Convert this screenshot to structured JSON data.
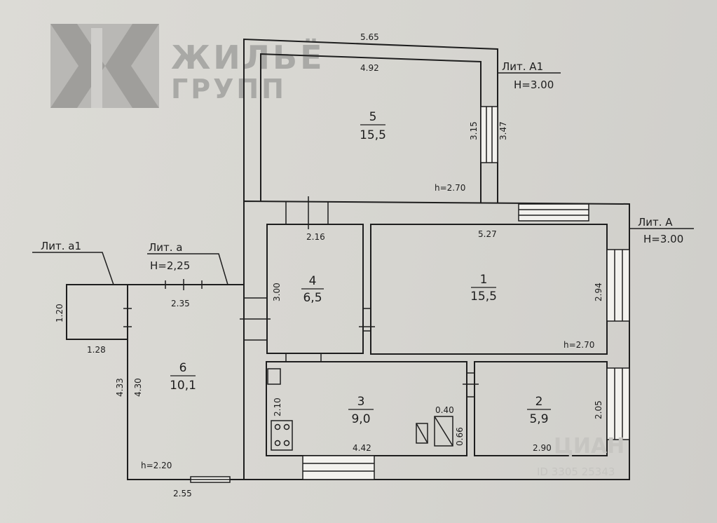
{
  "logo": {
    "line1": "ЖИЛЬЁ",
    "line2": "ГРУПП"
  },
  "watermark": {
    "brand": "ЦИАН",
    "id": "ID 3305 25343"
  },
  "lit": {
    "a1_upper": {
      "title": "Лит. А1",
      "height": "H=3.00"
    },
    "a_main": {
      "title": "Лит. А",
      "height": "H=3.00"
    },
    "a_lower": {
      "title": "Лит. а",
      "height": "H=2,25"
    },
    "a1_lower": {
      "title": "Лит. а1"
    }
  },
  "rooms": {
    "r5": {
      "number": "5",
      "area": "15,5"
    },
    "r4": {
      "number": "4",
      "area": "6,5"
    },
    "r1": {
      "number": "1",
      "area": "15,5"
    },
    "r6": {
      "number": "6",
      "area": "10,1"
    },
    "r3": {
      "number": "3",
      "area": "9,0"
    },
    "r2": {
      "number": "2",
      "area": "5,9"
    }
  },
  "dims": {
    "d565": "5.65",
    "d492": "4.92",
    "d315": "3.15",
    "d347": "3.47",
    "h270_top": "h=2.70",
    "d216": "2.16",
    "d527": "5.27",
    "d294": "2.94",
    "h270_mid": "h=2.70",
    "d300": "3.00",
    "d120": "1.20",
    "d235": "2.35",
    "d128": "1.28",
    "d433": "4.33",
    "d430": "4.30",
    "d210": "2.10",
    "d040": "0.40",
    "d066": "0.66",
    "d442": "4.42",
    "d205": "2.05",
    "d290": "2.90",
    "h220": "h=2.20",
    "d255": "2.55"
  }
}
